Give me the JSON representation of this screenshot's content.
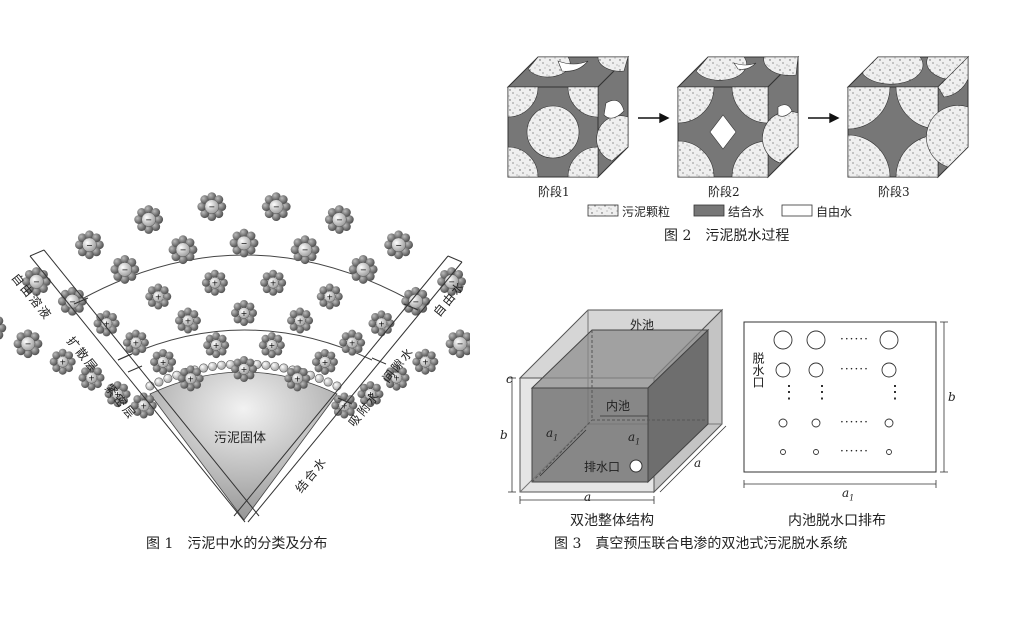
{
  "fig1": {
    "caption": "图 1　污泥中水的分类及分布",
    "solid_label": "污泥固体",
    "left_bands": [
      "自由溶液",
      "扩散层",
      "紧密层"
    ],
    "right_bands": [
      "自由水",
      "间隙水",
      "吸附水",
      "结合水"
    ],
    "minus_sign": "−",
    "plus_sign": "+"
  },
  "fig2": {
    "caption": "图 2　污泥脱水过程",
    "stages": [
      "阶段1",
      "阶段2",
      "阶段3"
    ],
    "legend": [
      "污泥颗粒",
      "结合水",
      "自由水"
    ]
  },
  "fig3": {
    "caption": "图 3　真空预压联合电渗的双池式污泥脱水系统",
    "left_subcaption": "双池整体结构",
    "right_subcaption": "内池脱水口排布",
    "outer_pool": "外池",
    "inner_pool": "内池",
    "drain_label": "排水口",
    "outlet_label": "脱水口",
    "dims": {
      "c": "c",
      "b": "b",
      "a": "a",
      "a1": "a",
      "sub1": "1"
    },
    "dots_h": "······",
    "dots_v": "⋮"
  },
  "colors": {
    "bound_water": "#777777",
    "particle": "#e8e8e8",
    "ink": "#222222"
  }
}
